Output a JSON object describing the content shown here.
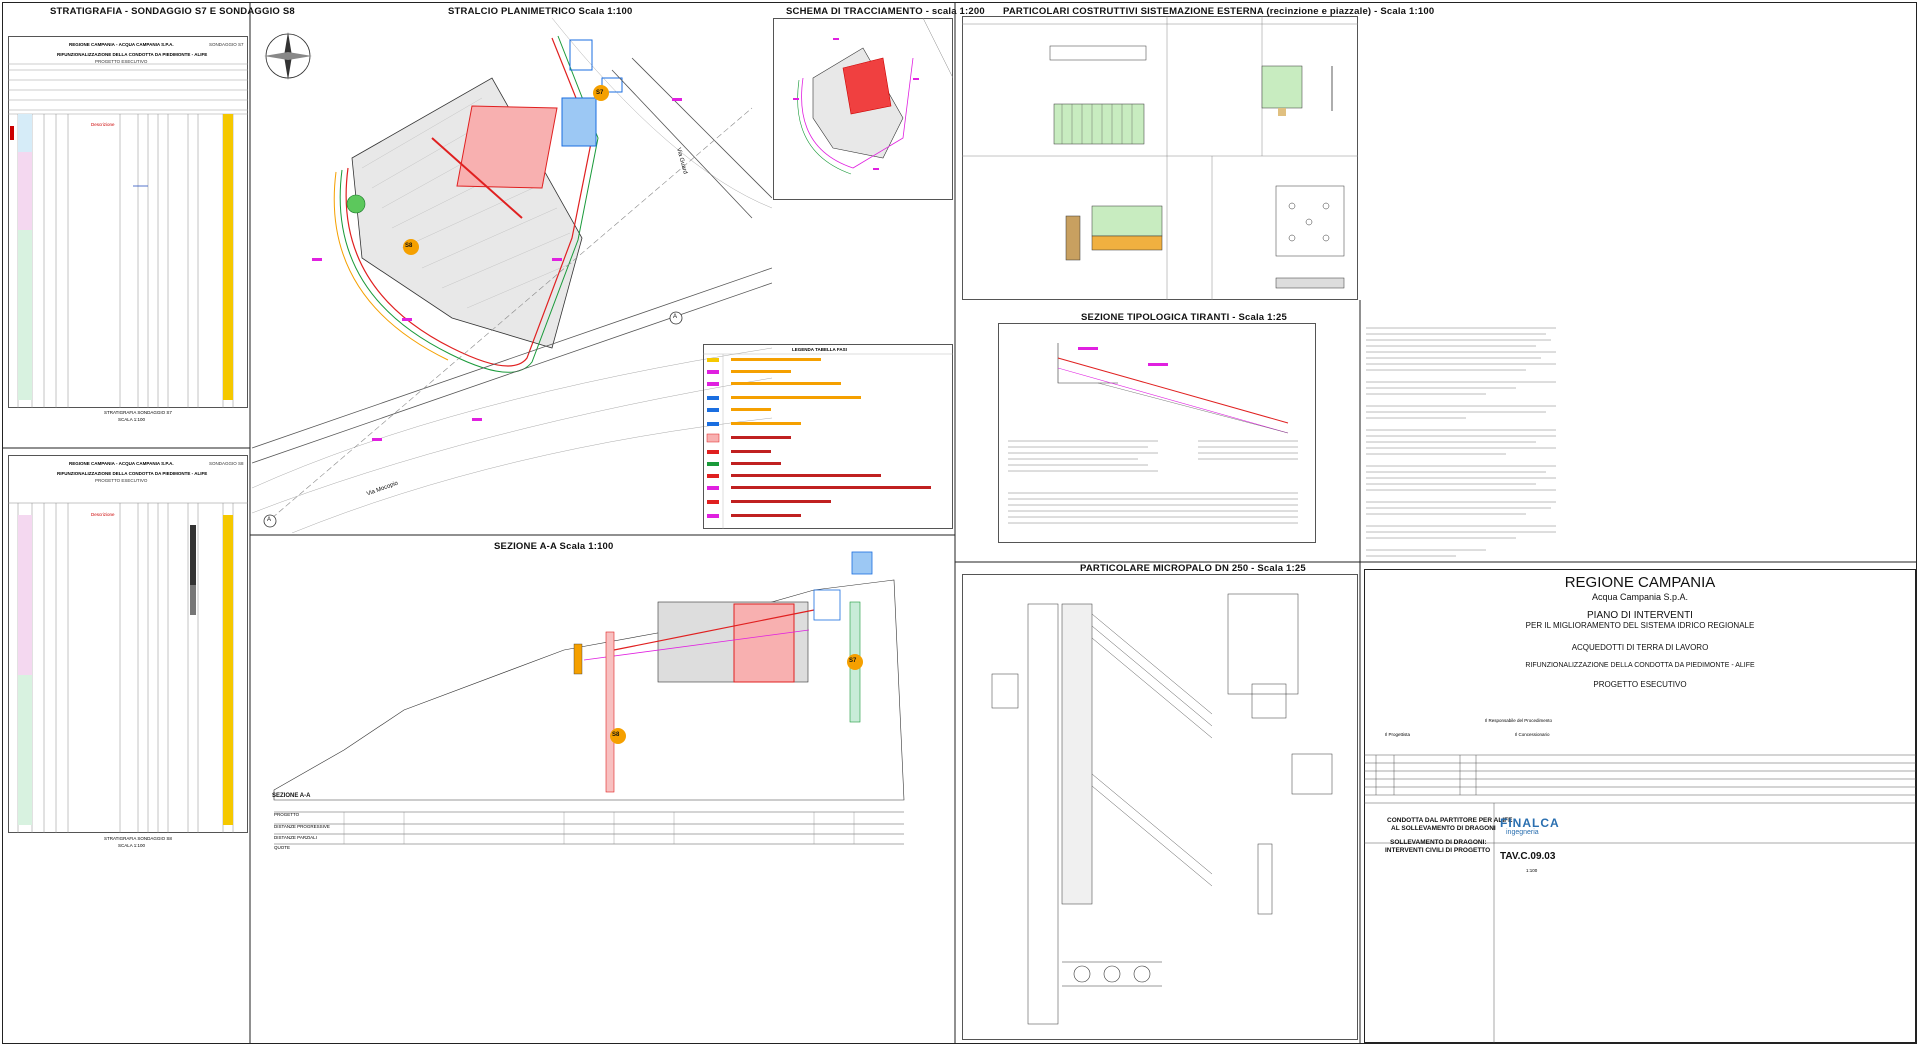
{
  "sections": {
    "stratigrafia_title": "STRATIGRAFIA - SONDAGGIO S7 E SONDAGGIO S8",
    "planimetria_title": "STRALCIO PLANIMETRICO Scala 1:100",
    "tracciamento_title": "SCHEMA DI TRACCIAMENTO - scala 1:200",
    "particolari_title": "PARTICOLARI COSTRUTTIVI SISTEMAZIONE ESTERNA (recinzione e piazzale) - Scala 1:100",
    "sezione_aa_title": "SEZIONE A-A Scala 1:100",
    "tiranti_title": "SEZIONE TIPOLOGICA TIRANTI - Scala 1:25",
    "micropalo_title": "PARTICOLARE MICROPALO DN 250 - Scala 1:25"
  },
  "borehole": {
    "s7_caption": "STRATIGRAFIA SONDAGGIO S7",
    "s8_caption": "STRATIGRAFIA SONDAGGIO S8",
    "scale": "SCALA 1:100",
    "header_org": "REGIONE CAMPANIA - ACQUA CAMPANIA S.P.A.",
    "header_project": "RIFUNZIONALIZZAZIONE DELLA CONDOTTA DA PIEDIMONTE - ALIFE",
    "header_phase": "PROGETTO ESECUTIVO",
    "s7_code": "SONDAGGIO S7",
    "s8_code": "SONDAGGIO S8",
    "col_desc": "Descrizione"
  },
  "plan": {
    "road_label": "Via Guard",
    "road_label_2": "Via Mocopio",
    "marker_s7": "S7",
    "marker_s8": "S8",
    "section_mark": "A",
    "legend_title": "LEGENDA TABELLA FASI"
  },
  "sezione": {
    "label": "SEZIONE A-A",
    "row_progressive": "DISTANZE PROGRESSIVE",
    "row_parziali": "DISTANZE PARZIALI",
    "row_quote": "QUOTE",
    "row_progetto": "PROGETTO",
    "marker_s7": "S7",
    "marker_s8": "S8"
  },
  "title_block": {
    "region": "REGIONE CAMPANIA",
    "company": "Acqua Campania S.p.A.",
    "plan_title": "PIANO DI INTERVENTI",
    "plan_subtitle": "PER IL MIGLIORAMENTO DEL SISTEMA IDRICO REGIONALE",
    "aqueduct": "ACQUEDOTTI DI TERRA DI LAVORO",
    "project": "RIFUNZIONALIZZAZIONE DELLA CONDOTTA DA PIEDIMONTE - ALIFE",
    "phase": "PROGETTO ESECUTIVO",
    "rup": "Il Responsabile del Procedimento",
    "progettista": "Il Progettista",
    "concessionario": "Il Concessionario",
    "subject_1": "CONDOTTA DAL PARTITORE PER ALIFE",
    "subject_2": "AL SOLLEVAMENTO DI DRAGONI",
    "subject_3": "SOLLEVAMENTO DI DRAGONI:",
    "subject_4": "INTERVENTI CIVILI DI PROGETTO",
    "logo": "FINALCA",
    "logo_sub": "ingegneria",
    "code": "TAV.C.09.03",
    "scale": "1:100"
  },
  "colors": {
    "red": "#e02020",
    "magenta": "#e020e0",
    "blue": "#1a6ee0",
    "green": "#1a9a3a",
    "orange": "#f5a000",
    "yellow": "#f5c800"
  }
}
